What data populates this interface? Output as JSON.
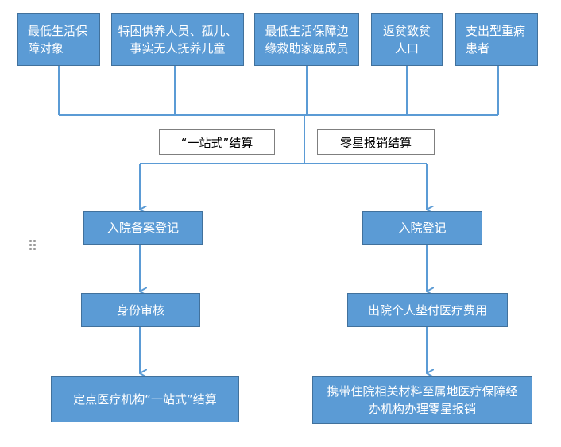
{
  "top_boxes": [
    {
      "lines": [
        "最低生活保",
        "障对象"
      ]
    },
    {
      "lines": [
        "特困供养人员、孤儿、",
        "事实无人抚养儿童"
      ]
    },
    {
      "lines": [
        "最低生活保障边",
        "缘救助家庭成员"
      ]
    },
    {
      "lines": [
        "返贫致贫",
        "人口"
      ]
    },
    {
      "lines": [
        "支出型重病",
        "患者"
      ]
    }
  ],
  "branch_labels": {
    "left": "“一站式”结算",
    "right": "零星报销结算"
  },
  "left_flow": [
    {
      "lines": [
        "入院备案登记"
      ]
    },
    {
      "lines": [
        "身份审核"
      ]
    },
    {
      "lines": [
        "定点医疗机构“一站式”结算"
      ]
    }
  ],
  "right_flow": [
    {
      "lines": [
        "入院登记"
      ]
    },
    {
      "lines": [
        "出院个人垫付医疗费用"
      ]
    },
    {
      "lines": [
        "携带住院相关材料至属地医疗保障经",
        "办机构办理零星报销"
      ]
    }
  ],
  "colors": {
    "box_fill": "#5b9bd5",
    "box_border": "#41719c",
    "connector": "#5b9bd5",
    "box_text": "#ffffff"
  },
  "icons": [
    "drag-handle-icon"
  ]
}
